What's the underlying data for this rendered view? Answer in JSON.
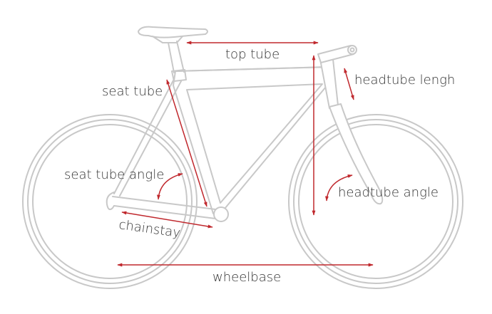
{
  "colors": {
    "frame": "#c8c8c8",
    "dimension": "#c0282d",
    "text": "#333333"
  },
  "labels": {
    "top_tube": "top tube",
    "headtube_length": "headtube lengh",
    "seat_tube": "seat tube",
    "seat_tube_angle": "seat tube angle",
    "headtube_angle": "headtube angle",
    "chainstay": "chainstay",
    "wheelbase": "wheelbase"
  }
}
